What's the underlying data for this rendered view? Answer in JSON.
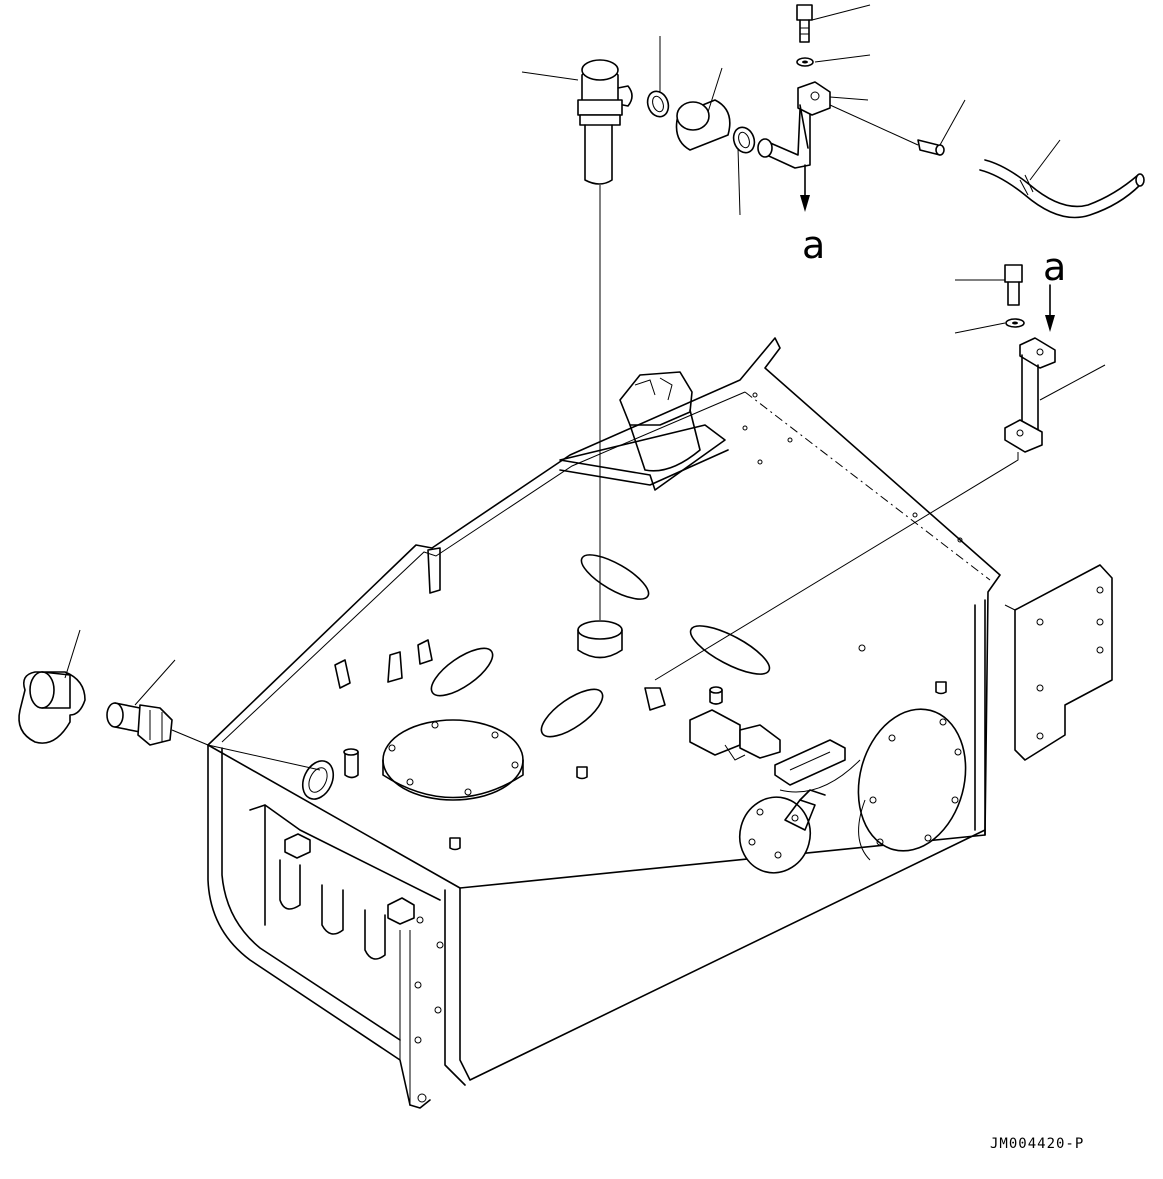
{
  "callouts": {
    "ref_a_bracket_top": "a",
    "ref_a_bracket_side": "a"
  },
  "drawing_number": "JM004420-P",
  "colors": {
    "line": "#000000",
    "background": "#ffffff"
  }
}
